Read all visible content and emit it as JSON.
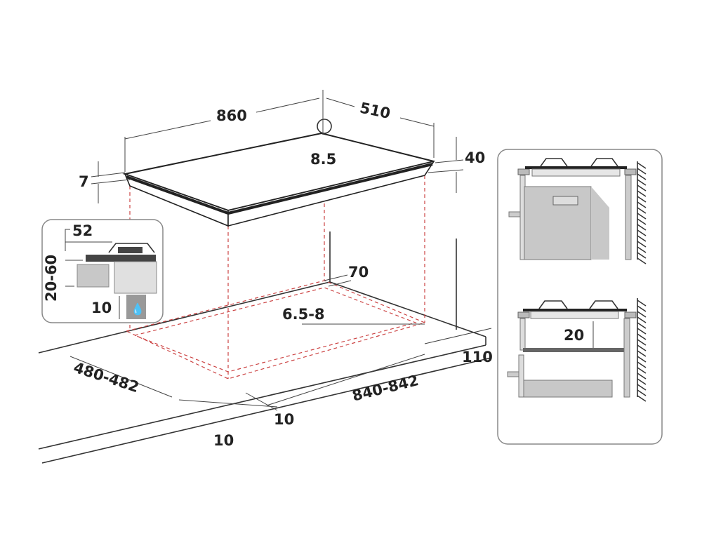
{
  "dimensions": {
    "width": "860",
    "depth": "510",
    "gas_inlet": "8.5",
    "height_total": "40",
    "plate_thickness": "7",
    "back_clearance": "70",
    "worktop_thickness": "6.5-8",
    "side_clearance": "110",
    "cutout_depth": "480-482",
    "cutout_width": "840-842",
    "front_margin_a": "10",
    "front_margin_b": "10"
  },
  "left_inset": {
    "top_offset": "52",
    "range": "20-60",
    "bottom_gap": "10"
  },
  "right_inset": {
    "gap": "20"
  },
  "colors": {
    "line": "#333333",
    "dashed": "#cc4444",
    "gray_fill": "#c8c8c8",
    "dark_fill": "#444444"
  }
}
